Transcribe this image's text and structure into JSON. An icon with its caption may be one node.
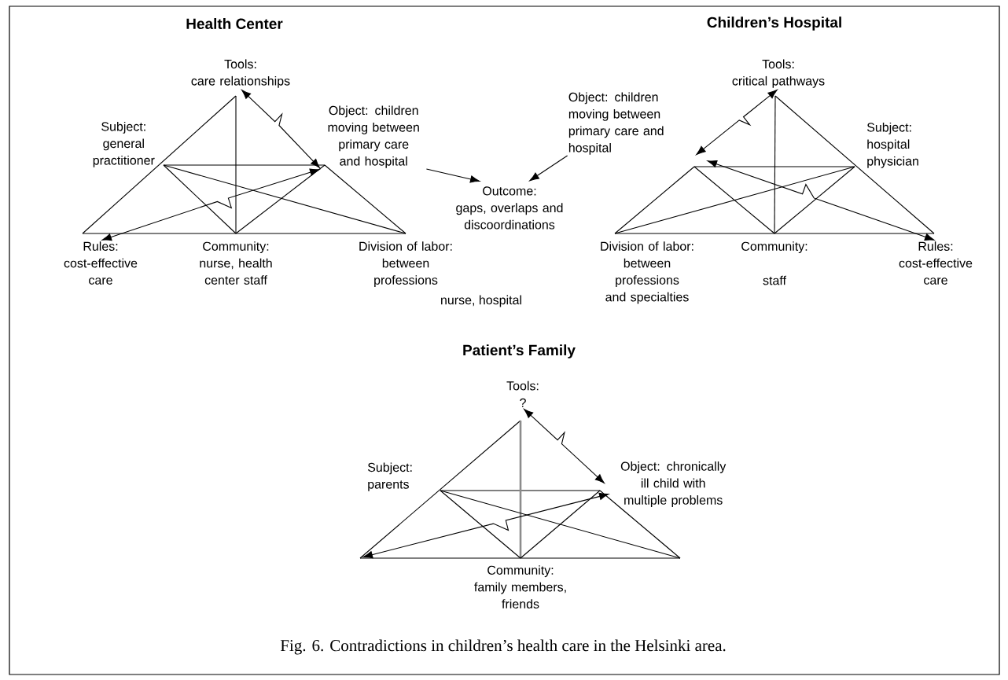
{
  "diagram": {
    "caption": "Fig. 6. Contradictions in children’s health care in the Helsinki area.",
    "nodes": [
      {
        "text": [
          "Tools:",
          "care relationships"
        ]
      },
      {
        "text": [
          "Subject:",
          "general practitioner"
        ]
      },
      {
        "text": [
          "Object: children moving between primary care and hospital"
        ]
      },
      {
        "text": [
          "Rules:",
          "cost-effective care"
        ]
      },
      {
        "text": [
          "Community:",
          "nurse, health center staff"
        ]
      },
      {
        "text": [
          "Division of labor:",
          "between professions"
        ]
      },
      {
        "text": [
          "Outcome:",
          "gaps, overlaps and discoordinations"
        ]
      },
      {
        "text": [
          "Tools:",
          "critical pathways"
        ]
      },
      {
        "text": [
          "Object: children moving between primary care and hospital"
        ]
      },
      {
        "text": [
          "Subject:",
          "hospital physician"
        ]
      },
      {
        "text": [
          "Division of labor:",
          "between professions and specialties"
        ]
      },
      {
        "text": [
          "Community:",
          "staff"
        ]
      },
      {
        "text": [
          "Rules:",
          "cost-effective care"
        ]
      },
      {
        "text": [
          "Tools:",
          "?"
        ]
      },
      {
        "text": [
          "Subject:",
          "parents"
        ]
      },
      {
        "text": [
          "Object: chronically ill child with multiple problems"
        ]
      },
      {
        "text": [
          "Community:",
          "family members, friends"
        ]
      }
    ],
    "edges": [
      {
        "from": 0,
        "to": 2,
        "arrow": "both"
      },
      {
        "from": 2,
        "to": 3,
        "arrow": "both"
      },
      {
        "from": 2,
        "to": 6,
        "arrow": "to"
      },
      {
        "from": 8,
        "to": 6,
        "arrow": "to"
      },
      {
        "from": 7,
        "to": 8,
        "arrow": "both"
      },
      {
        "from": 8,
        "to": 12,
        "arrow": "both"
      },
      {
        "from": 13,
        "to": 15,
        "arrow": "both"
      },
      {
        "from": 15,
        "to": null,
        "arrow": "both"
      }
    ],
    "labels": [
      "Health Center",
      "Children’s Hospital",
      "nurse, hospital",
      "Patient’s Family"
    ]
  }
}
